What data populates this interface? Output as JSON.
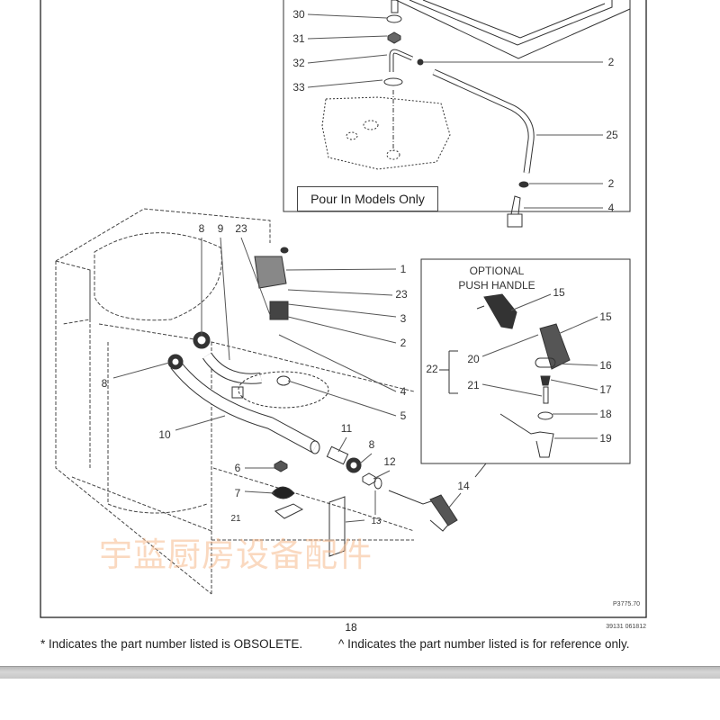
{
  "diagram": {
    "inset_title": "Pour In Models Only",
    "optional_title_line1": "OPTIONAL",
    "optional_title_line2": "PUSH HANDLE",
    "figure_id": "P3775.70",
    "callouts_top": [
      "30",
      "31",
      "32",
      "33",
      "2",
      "25",
      "2",
      "4"
    ],
    "callouts_main": [
      "8",
      "9",
      "23",
      "1",
      "23",
      "3",
      "2",
      "4",
      "5",
      "8",
      "10",
      "11",
      "8",
      "12",
      "6",
      "7",
      "21",
      "13",
      "14"
    ],
    "callouts_optional": [
      "15",
      "15",
      "20",
      "22",
      "21",
      "16",
      "17",
      "18",
      "19"
    ],
    "watermark": "宇蓝厨房设备配件"
  },
  "footer": {
    "page_number": "18",
    "doc_code": "39131 061812",
    "note_obsolete": "* Indicates the part number listed is OBSOLETE.",
    "note_reference": "^ Indicates the part number listed is for reference only."
  }
}
